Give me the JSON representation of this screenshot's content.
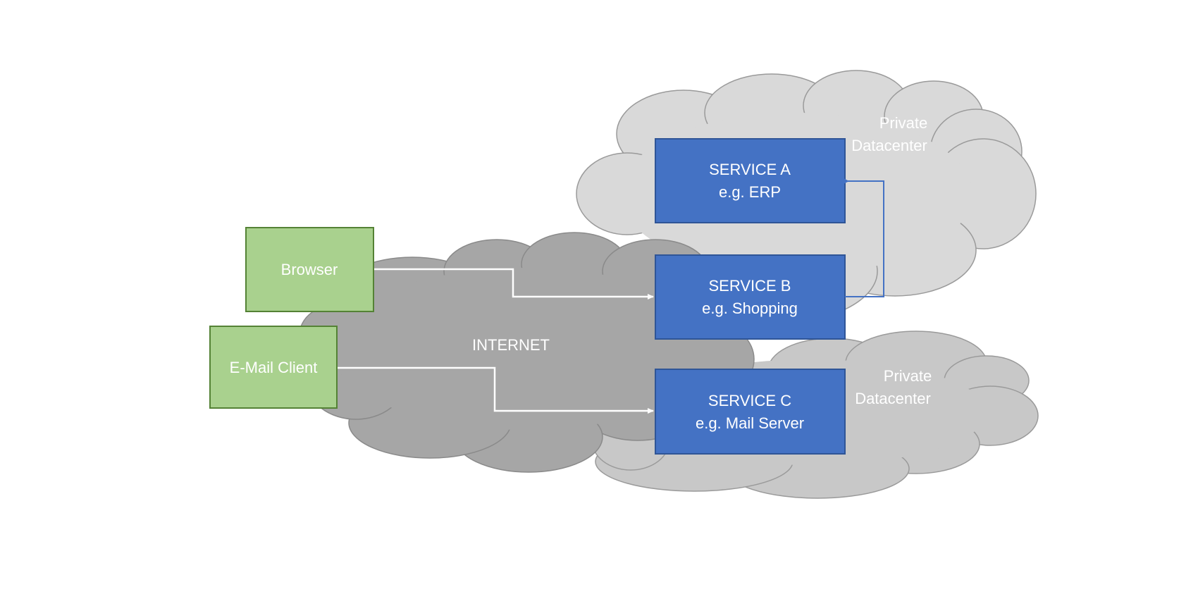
{
  "clouds": {
    "internet": {
      "label": "INTERNET"
    },
    "datacenter_top": {
      "label_line1": "Private",
      "label_line2": "Datacenter"
    },
    "datacenter_bottom": {
      "label_line1": "Private",
      "label_line2": "Datacenter"
    }
  },
  "clients": [
    {
      "label": "Browser"
    },
    {
      "label": "E-Mail Client"
    }
  ],
  "services": [
    {
      "name": "SERVICE A",
      "example": "e.g. ERP"
    },
    {
      "name": "SERVICE B",
      "example": "e.g. Shopping"
    },
    {
      "name": "SERVICE C",
      "example": "e.g. Mail Server"
    }
  ],
  "colors": {
    "internet_cloud": "#a6a6a6",
    "datacenter_cloud_top": "#d9d9d9",
    "datacenter_cloud_bottom": "#c8c8c8",
    "client_fill": "#a9d18e",
    "client_stroke": "#548235",
    "service_fill": "#4472c4",
    "service_stroke": "#2f5597",
    "internal_arrow": "#4472c4",
    "client_arrow": "#ffffff"
  }
}
